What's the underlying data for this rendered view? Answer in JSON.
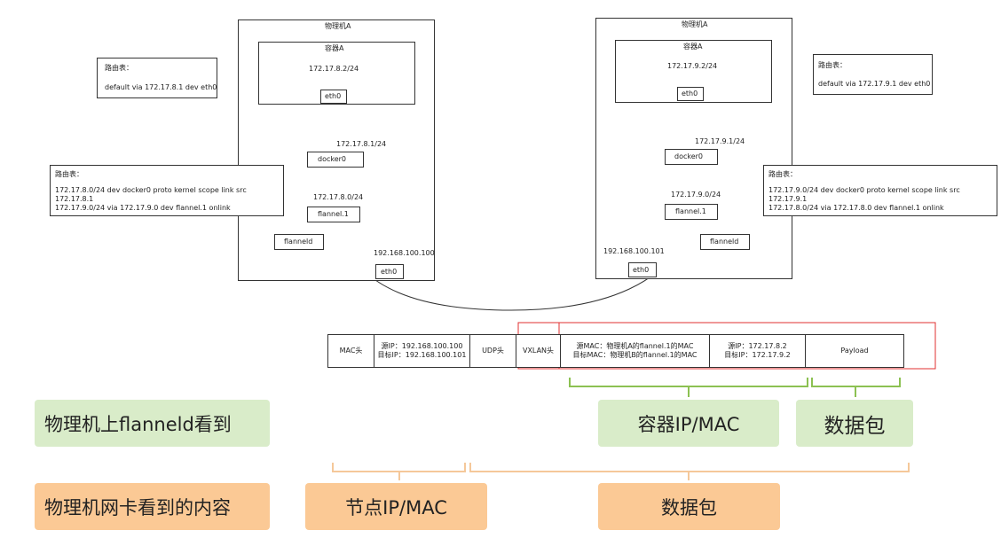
{
  "hostA": {
    "title": "物理机A",
    "container_title": "容器A",
    "container_ip": "172.17.8.2/24",
    "eth0": "eth0",
    "docker0": "docker0",
    "docker0_ip": "172.17.8.1/24",
    "flannel1": "flannel.1",
    "flannel1_ip": "172.17.8.0/24",
    "flanneld": "flanneld",
    "host_eth0": "eth0",
    "host_ip": "192.168.100.100",
    "route_small": {
      "title": "路由表：",
      "line1": "default via 172.17.8.1 dev eth0"
    },
    "route_big": {
      "title": "路由表：",
      "line1": "172.17.8.0/24 dev docker0  proto kernel  scope link  src",
      "line2": "172.17.8.1",
      "line3": "172.17.9.0/24 via 172.17.9.0 dev flannel.1 onlink"
    }
  },
  "hostB": {
    "title": "物理机A",
    "container_title": "容器A",
    "container_ip": "172.17.9.2/24",
    "eth0": "eth0",
    "docker0": "docker0",
    "docker0_ip": "172.17.9.1/24",
    "flannel1": "flannel.1",
    "flannel1_ip": "172.17.9.0/24",
    "flanneld": "flanneld",
    "host_eth0": "eth0",
    "host_ip": "192.168.100.101",
    "route_small": {
      "title": "路由表：",
      "line1": "default via 172.17.9.1 dev eth0"
    },
    "route_big": {
      "title": "路由表：",
      "line1": "172.17.9.0/24 dev docker0  proto kernel  scope link  src",
      "line2": "172.17.9.1",
      "line3": "172.17.8.0/24 via 172.17.8.0 dev flannel.1 onlink"
    }
  },
  "packet": {
    "mac_header": "MAC头",
    "src_ip": "源IP：192.168.100.100",
    "dst_ip": "目标IP：192.168.100.101",
    "udp_header": "UDP头",
    "vxlan_header": "VXLAN头",
    "src_mac": "源MAC：物理机A的flannel.1的MAC",
    "dst_mac": "目标MAC：物理机B的flannel.1的MAC",
    "inner_src_ip": "源IP：172.17.8.2",
    "inner_dst_ip": "目标IP：172.17.9.2",
    "payload": "Payload"
  },
  "labels": {
    "flanneld_sees": "物理机上flanneld看到",
    "nic_sees": "物理机网卡看到的内容",
    "container_ipmac": "容器IP/MAC",
    "data_packet_green": "数据包",
    "node_ipmac": "节点IP/MAC",
    "data_packet_orange": "数据包"
  },
  "colors": {
    "green_fill": "#d9ecc9",
    "green_line": "#8cc152",
    "orange_fill": "#fbc995",
    "orange_line": "#f5c89a",
    "highlight": "#e03030"
  }
}
